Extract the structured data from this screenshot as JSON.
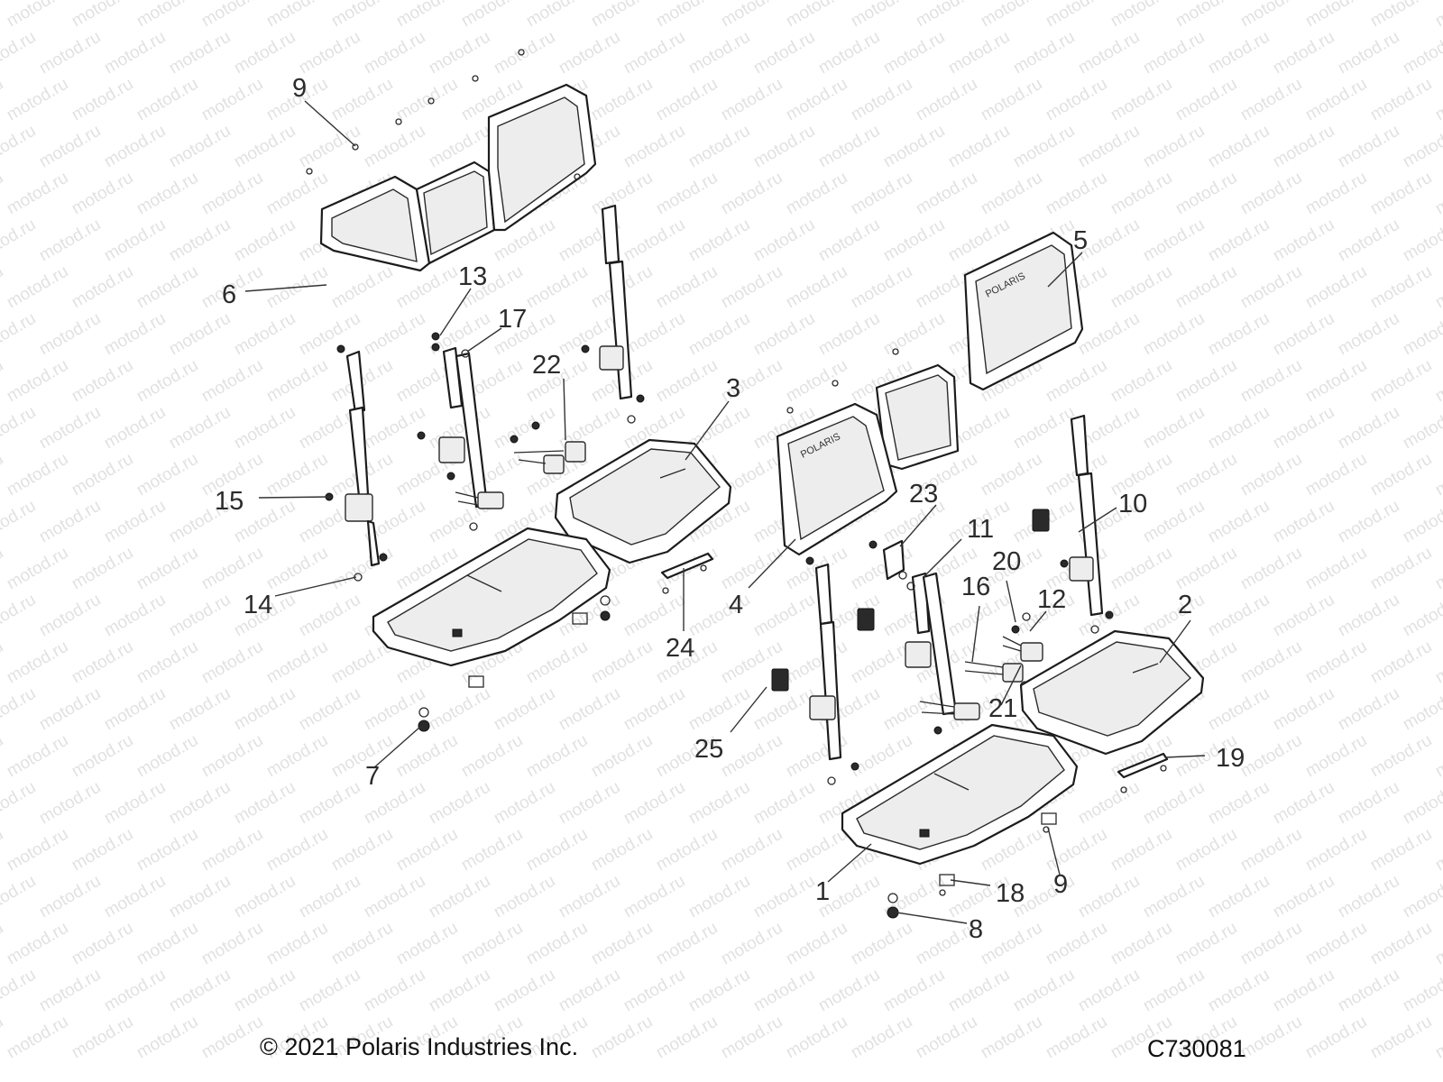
{
  "watermark": "motod.ru",
  "copyright": "© 2021 Polaris Industries Inc.",
  "figure_id": "C730081",
  "brand_mark": "POLARIS",
  "callouts": [
    {
      "id": "c9a",
      "label": "9"
    },
    {
      "id": "c6",
      "label": "6"
    },
    {
      "id": "c13",
      "label": "13"
    },
    {
      "id": "c17",
      "label": "17"
    },
    {
      "id": "c22",
      "label": "22"
    },
    {
      "id": "c3",
      "label": "3"
    },
    {
      "id": "c5",
      "label": "5"
    },
    {
      "id": "c15",
      "label": "15"
    },
    {
      "id": "c14",
      "label": "14"
    },
    {
      "id": "c7",
      "label": "7"
    },
    {
      "id": "c24",
      "label": "24"
    },
    {
      "id": "c4",
      "label": "4"
    },
    {
      "id": "c23",
      "label": "23"
    },
    {
      "id": "c11",
      "label": "11"
    },
    {
      "id": "c10",
      "label": "10"
    },
    {
      "id": "c20",
      "label": "20"
    },
    {
      "id": "c16",
      "label": "16"
    },
    {
      "id": "c12",
      "label": "12"
    },
    {
      "id": "c2",
      "label": "2"
    },
    {
      "id": "c21",
      "label": "21"
    },
    {
      "id": "c25",
      "label": "25"
    },
    {
      "id": "c19",
      "label": "19"
    },
    {
      "id": "c1",
      "label": "1"
    },
    {
      "id": "c18",
      "label": "18"
    },
    {
      "id": "c9b",
      "label": "9"
    },
    {
      "id": "c8",
      "label": "8"
    }
  ]
}
